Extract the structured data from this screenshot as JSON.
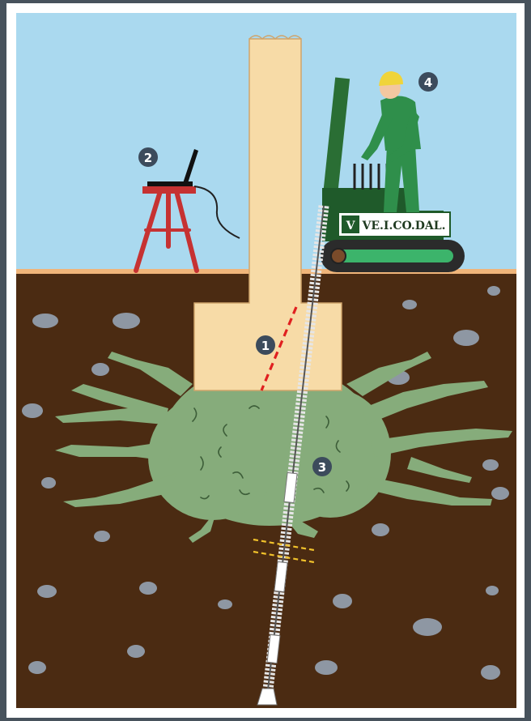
{
  "diagram": {
    "markers": {
      "m1": "1",
      "m2": "2",
      "m3": "3",
      "m4": "4"
    },
    "brand": {
      "logo": "V",
      "name": "VE.I.CO.DAL."
    },
    "colors": {
      "sky": "#a9d8ef",
      "soil": "#4a2a12",
      "foundation": "#f6d9a6",
      "grout": "#86ac7b",
      "machine": "#2a6e34",
      "tripod": "#c63232",
      "badge": "#3c4b5c"
    }
  }
}
